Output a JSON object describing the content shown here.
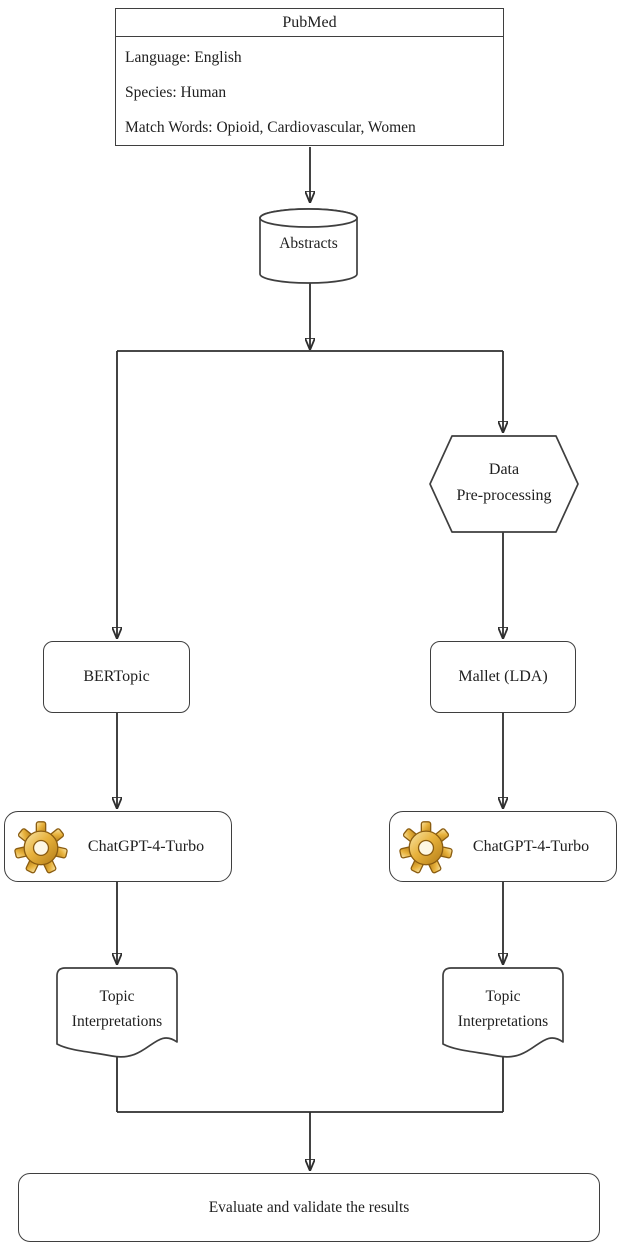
{
  "colors": {
    "background": "#ffffff",
    "shape_stroke": "#3f3f3f",
    "connector": "#2e2e2e",
    "text": "#202020",
    "gear_light": "#f8e7ad",
    "gear_mid": "#e8b23c",
    "gear_dark": "#b27b16",
    "gear_outline": "#8a5c10",
    "gear_hole": "#fdf7e4"
  },
  "nodes": {
    "pubmed": {
      "title": "PubMed",
      "language": "Language: English",
      "species": "Species: Human",
      "match_words": "Match Words: Opioid, Cardiovascular, Women"
    },
    "abstracts": {
      "label": "Abstracts"
    },
    "preprocessing": {
      "line1": "Data",
      "line2": "Pre-processing"
    },
    "bertopic": {
      "label": "BERTopic"
    },
    "mallet": {
      "label": "Mallet (LDA)"
    },
    "chatgpt_left": {
      "label": "ChatGPT-4-Turbo"
    },
    "chatgpt_right": {
      "label": "ChatGPT-4-Turbo"
    },
    "topic_left": {
      "line1": "Topic",
      "line2": "Interpretations"
    },
    "topic_right": {
      "line1": "Topic",
      "line2": "Interpretations"
    },
    "evaluate": {
      "label": "Evaluate and validate the results"
    }
  }
}
